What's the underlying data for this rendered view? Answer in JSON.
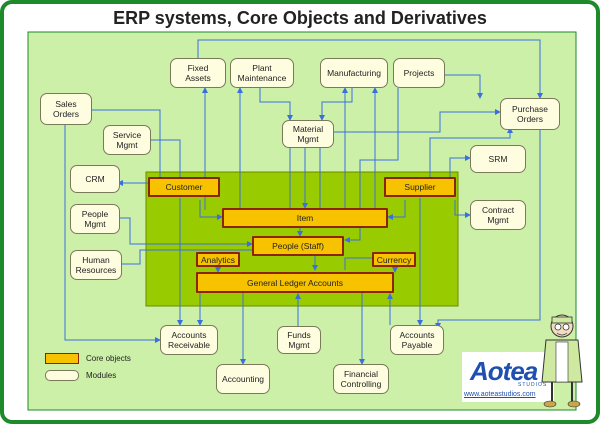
{
  "title": "ERP systems, Core Objects and Derivatives",
  "modules": {
    "fixed_assets": "Fixed\nAssets",
    "plant_maintenance": "Plant\nMaintenance",
    "manufacturing": "Manufacturing",
    "projects": "Projects",
    "sales_orders": "Sales\nOrders",
    "service_mgmt": "Service\nMgmt",
    "material_mgmt": "Material\nMgmt",
    "purchase_orders": "Purchase\nOrders",
    "crm": "CRM",
    "srm": "SRM",
    "people_mgmt": "People\nMgmt",
    "contract_mgmt": "Contract\nMgmt",
    "human_resources": "Human\nResources",
    "accounts_receivable": "Accounts\nReceivable",
    "funds_mgmt": "Funds\nMgmt",
    "accounts_payable": "Accounts\nPayable",
    "accounting": "Accounting",
    "financial_controlling": "Financial\nControlling"
  },
  "core": {
    "customer": "Customer",
    "supplier": "Supplier",
    "item": "Item",
    "people_staff": "People (Staff)",
    "analytics": "Analytics",
    "currency": "Currency",
    "general_ledger": "General Ledger Accounts"
  },
  "legend": {
    "core_objects": "Core objects",
    "modules": "Modules"
  },
  "logo": {
    "word": "Aotea",
    "studios": "STUDIOS",
    "url": "www.aoteastudios.com"
  },
  "colors": {
    "frame_green": "#1f8a2a",
    "panel_green": "#ccf0a8",
    "core_zone": "#99cc00",
    "core_fill": "#f7c200",
    "core_border": "#8b2500",
    "module_fill": "#fffde0",
    "arrow": "#3a6fe0"
  }
}
